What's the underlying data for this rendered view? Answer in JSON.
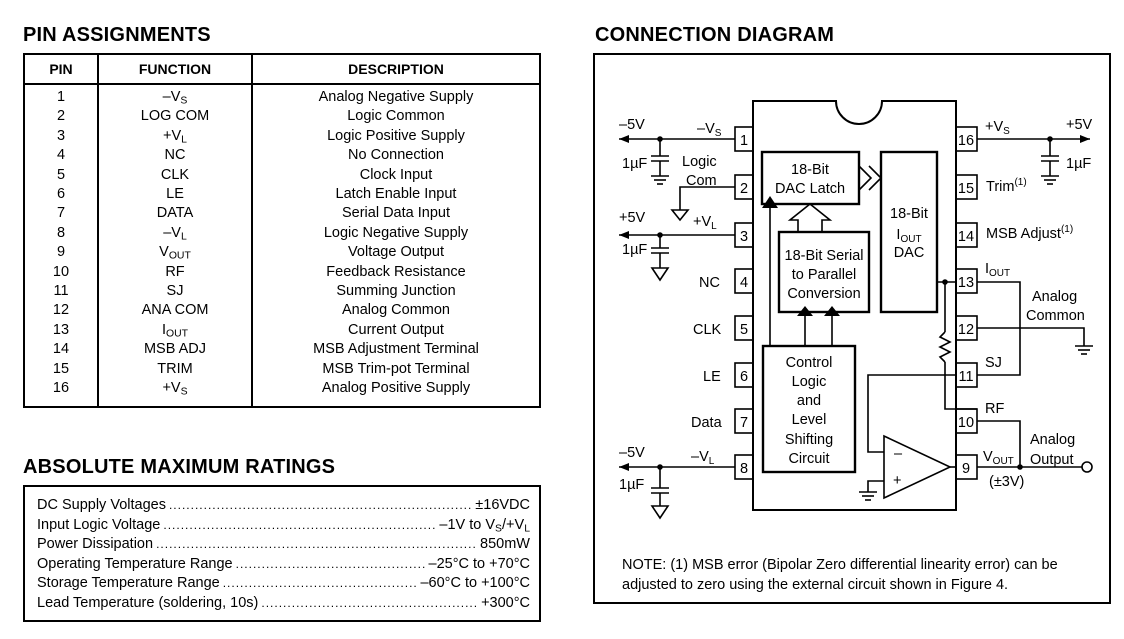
{
  "pin_assignments": {
    "title": "PIN ASSIGNMENTS",
    "headers": [
      "PIN",
      "FUNCTION",
      "DESCRIPTION"
    ],
    "rows": [
      {
        "pin": "1",
        "func": "–V",
        "sub": "S",
        "desc": "Analog Negative Supply"
      },
      {
        "pin": "2",
        "func": "LOG COM",
        "sub": "",
        "desc": "Logic Common"
      },
      {
        "pin": "3",
        "func": "+V",
        "sub": "L",
        "desc": "Logic Positive Supply"
      },
      {
        "pin": "4",
        "func": "NC",
        "sub": "",
        "desc": "No Connection"
      },
      {
        "pin": "5",
        "func": "CLK",
        "sub": "",
        "desc": "Clock Input"
      },
      {
        "pin": "6",
        "func": "LE",
        "sub": "",
        "desc": "Latch Enable Input"
      },
      {
        "pin": "7",
        "func": "DATA",
        "sub": "",
        "desc": "Serial Data Input"
      },
      {
        "pin": "8",
        "func": "–V",
        "sub": "L",
        "desc": "Logic Negative Supply"
      },
      {
        "pin": "9",
        "func": "V",
        "sub": "OUT",
        "desc": "Voltage Output"
      },
      {
        "pin": "10",
        "func": "RF",
        "sub": "",
        "desc": "Feedback Resistance"
      },
      {
        "pin": "11",
        "func": "SJ",
        "sub": "",
        "desc": "Summing Junction"
      },
      {
        "pin": "12",
        "func": "ANA COM",
        "sub": "",
        "desc": "Analog Common"
      },
      {
        "pin": "13",
        "func": "I",
        "sub": "OUT",
        "desc": "Current Output"
      },
      {
        "pin": "14",
        "func": "MSB ADJ",
        "sub": "",
        "desc": "MSB Adjustment Terminal"
      },
      {
        "pin": "15",
        "func": "TRIM",
        "sub": "",
        "desc": "MSB Trim-pot Terminal"
      },
      {
        "pin": "16",
        "func": "+V",
        "sub": "S",
        "desc": "Analog Positive Supply"
      }
    ]
  },
  "absolute_maximum_ratings": {
    "title": "ABSOLUTE MAXIMUM RATINGS",
    "rows": [
      {
        "label": "DC Supply Voltages",
        "value": "±16VDC"
      },
      {
        "label": "Input Logic Voltage",
        "value": "–1V to V",
        "value_sub": "S",
        "value_tail": "/+V",
        "value_sub2": "L"
      },
      {
        "label": "Power Dissipation",
        "value": "850mW"
      },
      {
        "label": "Operating Temperature Range",
        "value": "–25°C to +70°C"
      },
      {
        "label": "Storage Temperature Range",
        "value": "–60°C to +100°C"
      },
      {
        "label": "Lead Temperature (soldering, 10s)",
        "value": "+300°C"
      }
    ]
  },
  "connection_diagram": {
    "title": "CONNECTION DIAGRAM",
    "blocks": {
      "dac_latch": [
        "18-Bit",
        "DAC Latch"
      ],
      "serial_parallel": [
        "18-Bit Serial",
        "to Parallel",
        "Conversion"
      ],
      "iout_dac": [
        "18-Bit",
        "I",
        "OUT",
        "DAC"
      ],
      "control": [
        "Control",
        "Logic",
        "and",
        "Level",
        "Shifting",
        "Circuit"
      ]
    },
    "left_labels": {
      "neg5v_top": "–5V",
      "neg_vs": "–V",
      "neg_vs_sub": "S",
      "cap1": "1µF",
      "logic": "Logic",
      "com": "Com",
      "pos5v": "+5V",
      "pos_vl": "+V",
      "pos_vl_sub": "L",
      "cap3": "1µF",
      "nc": "NC",
      "clk": "CLK",
      "le": "LE",
      "data": "Data",
      "neg5v_bot": "–5V",
      "neg_vl": "–V",
      "neg_vl_sub": "L",
      "cap8": "1µF"
    },
    "right_labels": {
      "pos_vs": "+V",
      "pos_vs_sub": "S",
      "pos5v": "+5V",
      "cap16": "1µF",
      "trim": "Trim",
      "trim_sup": "(1)",
      "msb_adjust": "MSB Adjust",
      "msb_sup": "(1)",
      "iout": "I",
      "iout_sub": "OUT",
      "analog": "Analog",
      "common": "Common",
      "sj": "SJ",
      "rf": "RF",
      "vout": "V",
      "vout_sub": "OUT",
      "pm3v": "(±3V)",
      "analog_out": "Analog",
      "output": "Output"
    },
    "op_amp": {
      "minus": "–",
      "plus": "+"
    },
    "pin_numbers_left": [
      "1",
      "2",
      "3",
      "4",
      "5",
      "6",
      "7",
      "8"
    ],
    "pin_numbers_right": [
      "16",
      "15",
      "14",
      "13",
      "12",
      "11",
      "10",
      "9"
    ],
    "note_line1": "NOTE: (1) MSB error (Bipolar Zero differential linearity error) can be",
    "note_line2": "adjusted to zero using the external circuit shown in Figure 4."
  }
}
